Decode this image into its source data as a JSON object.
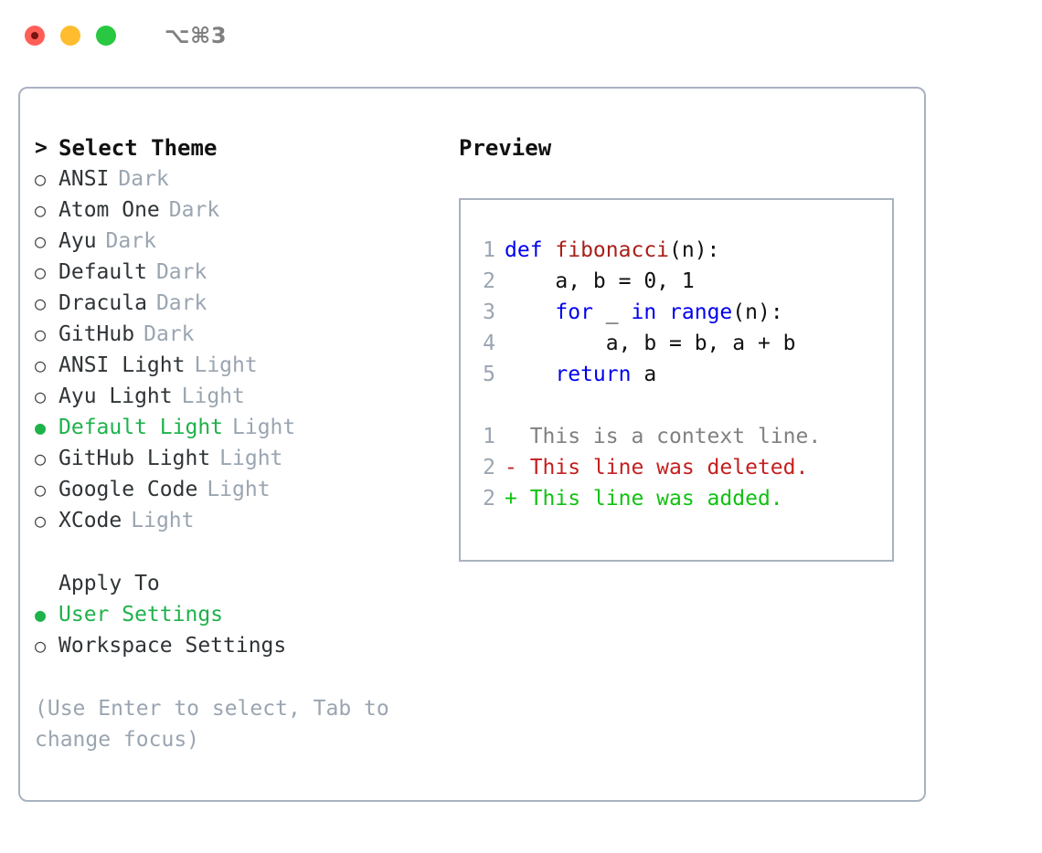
{
  "titlebar": {
    "shortcut": "⌥⌘3",
    "buttons": [
      {
        "name": "close",
        "color": "#ff5f57",
        "dot": "#7a1410"
      },
      {
        "name": "minimize",
        "color": "#febc2e",
        "dot": "#febc2e"
      },
      {
        "name": "maximize",
        "color": "#28c840",
        "dot": "#28c840"
      }
    ]
  },
  "colors": {
    "accent_green": "#1eb24b",
    "diff_add_green": "#11c211",
    "diff_del_red": "#c42020",
    "keyword_blue": "#0000ee",
    "function_red": "#a8201a",
    "muted": "#9aa5b1",
    "border": "#a8b2c0"
  },
  "theme_picker": {
    "header_marker": ">",
    "header_label": "Select Theme",
    "items": [
      {
        "marker": "○",
        "name": "ANSI",
        "kind": "Dark",
        "selected": false
      },
      {
        "marker": "○",
        "name": "Atom One",
        "kind": "Dark",
        "selected": false
      },
      {
        "marker": "○",
        "name": "Ayu",
        "kind": "Dark",
        "selected": false
      },
      {
        "marker": "○",
        "name": "Default",
        "kind": "Dark",
        "selected": false
      },
      {
        "marker": "○",
        "name": "Dracula",
        "kind": "Dark",
        "selected": false
      },
      {
        "marker": "○",
        "name": "GitHub",
        "kind": "Dark",
        "selected": false
      },
      {
        "marker": "○",
        "name": "ANSI Light",
        "kind": "Light",
        "selected": false
      },
      {
        "marker": "○",
        "name": "Ayu Light",
        "kind": "Light",
        "selected": false
      },
      {
        "marker": "●",
        "name": "Default Light",
        "kind": "Light",
        "selected": true
      },
      {
        "marker": "○",
        "name": "GitHub Light",
        "kind": "Light",
        "selected": false
      },
      {
        "marker": "○",
        "name": "Google Code",
        "kind": "Light",
        "selected": false
      },
      {
        "marker": "○",
        "name": "XCode",
        "kind": "Light",
        "selected": false
      }
    ]
  },
  "apply_to": {
    "header_label": "Apply To",
    "items": [
      {
        "marker": "●",
        "name": "User Settings",
        "selected": true
      },
      {
        "marker": "○",
        "name": "Workspace Settings",
        "selected": false
      }
    ]
  },
  "hint": "(Use Enter to select, Tab to change focus)",
  "preview": {
    "title": "Preview",
    "code_lines": [
      {
        "no": "1",
        "tokens": [
          {
            "t": "def ",
            "c": "kw"
          },
          {
            "t": "fibonacci",
            "c": "fn"
          },
          {
            "t": "(n):",
            "c": "plain"
          }
        ]
      },
      {
        "no": "2",
        "tokens": [
          {
            "t": "    a, b = 0, 1",
            "c": "plain"
          }
        ]
      },
      {
        "no": "3",
        "tokens": [
          {
            "t": "    ",
            "c": "plain"
          },
          {
            "t": "for",
            "c": "kw"
          },
          {
            "t": " _ ",
            "c": "plain"
          },
          {
            "t": "in",
            "c": "kw"
          },
          {
            "t": " ",
            "c": "plain"
          },
          {
            "t": "range",
            "c": "kw"
          },
          {
            "t": "(n):",
            "c": "plain"
          }
        ]
      },
      {
        "no": "4",
        "tokens": [
          {
            "t": "        a, b = b, a + b",
            "c": "plain"
          }
        ]
      },
      {
        "no": "5",
        "tokens": [
          {
            "t": "    ",
            "c": "plain"
          },
          {
            "t": "return",
            "c": "kw"
          },
          {
            "t": " a",
            "c": "plain"
          }
        ]
      }
    ],
    "diff_lines": [
      {
        "no": "1",
        "kind": "context",
        "text": "  This is a context line."
      },
      {
        "no": "2",
        "kind": "del",
        "text": "- This line was deleted."
      },
      {
        "no": "2",
        "kind": "add",
        "text": "+ This line was added."
      }
    ]
  }
}
